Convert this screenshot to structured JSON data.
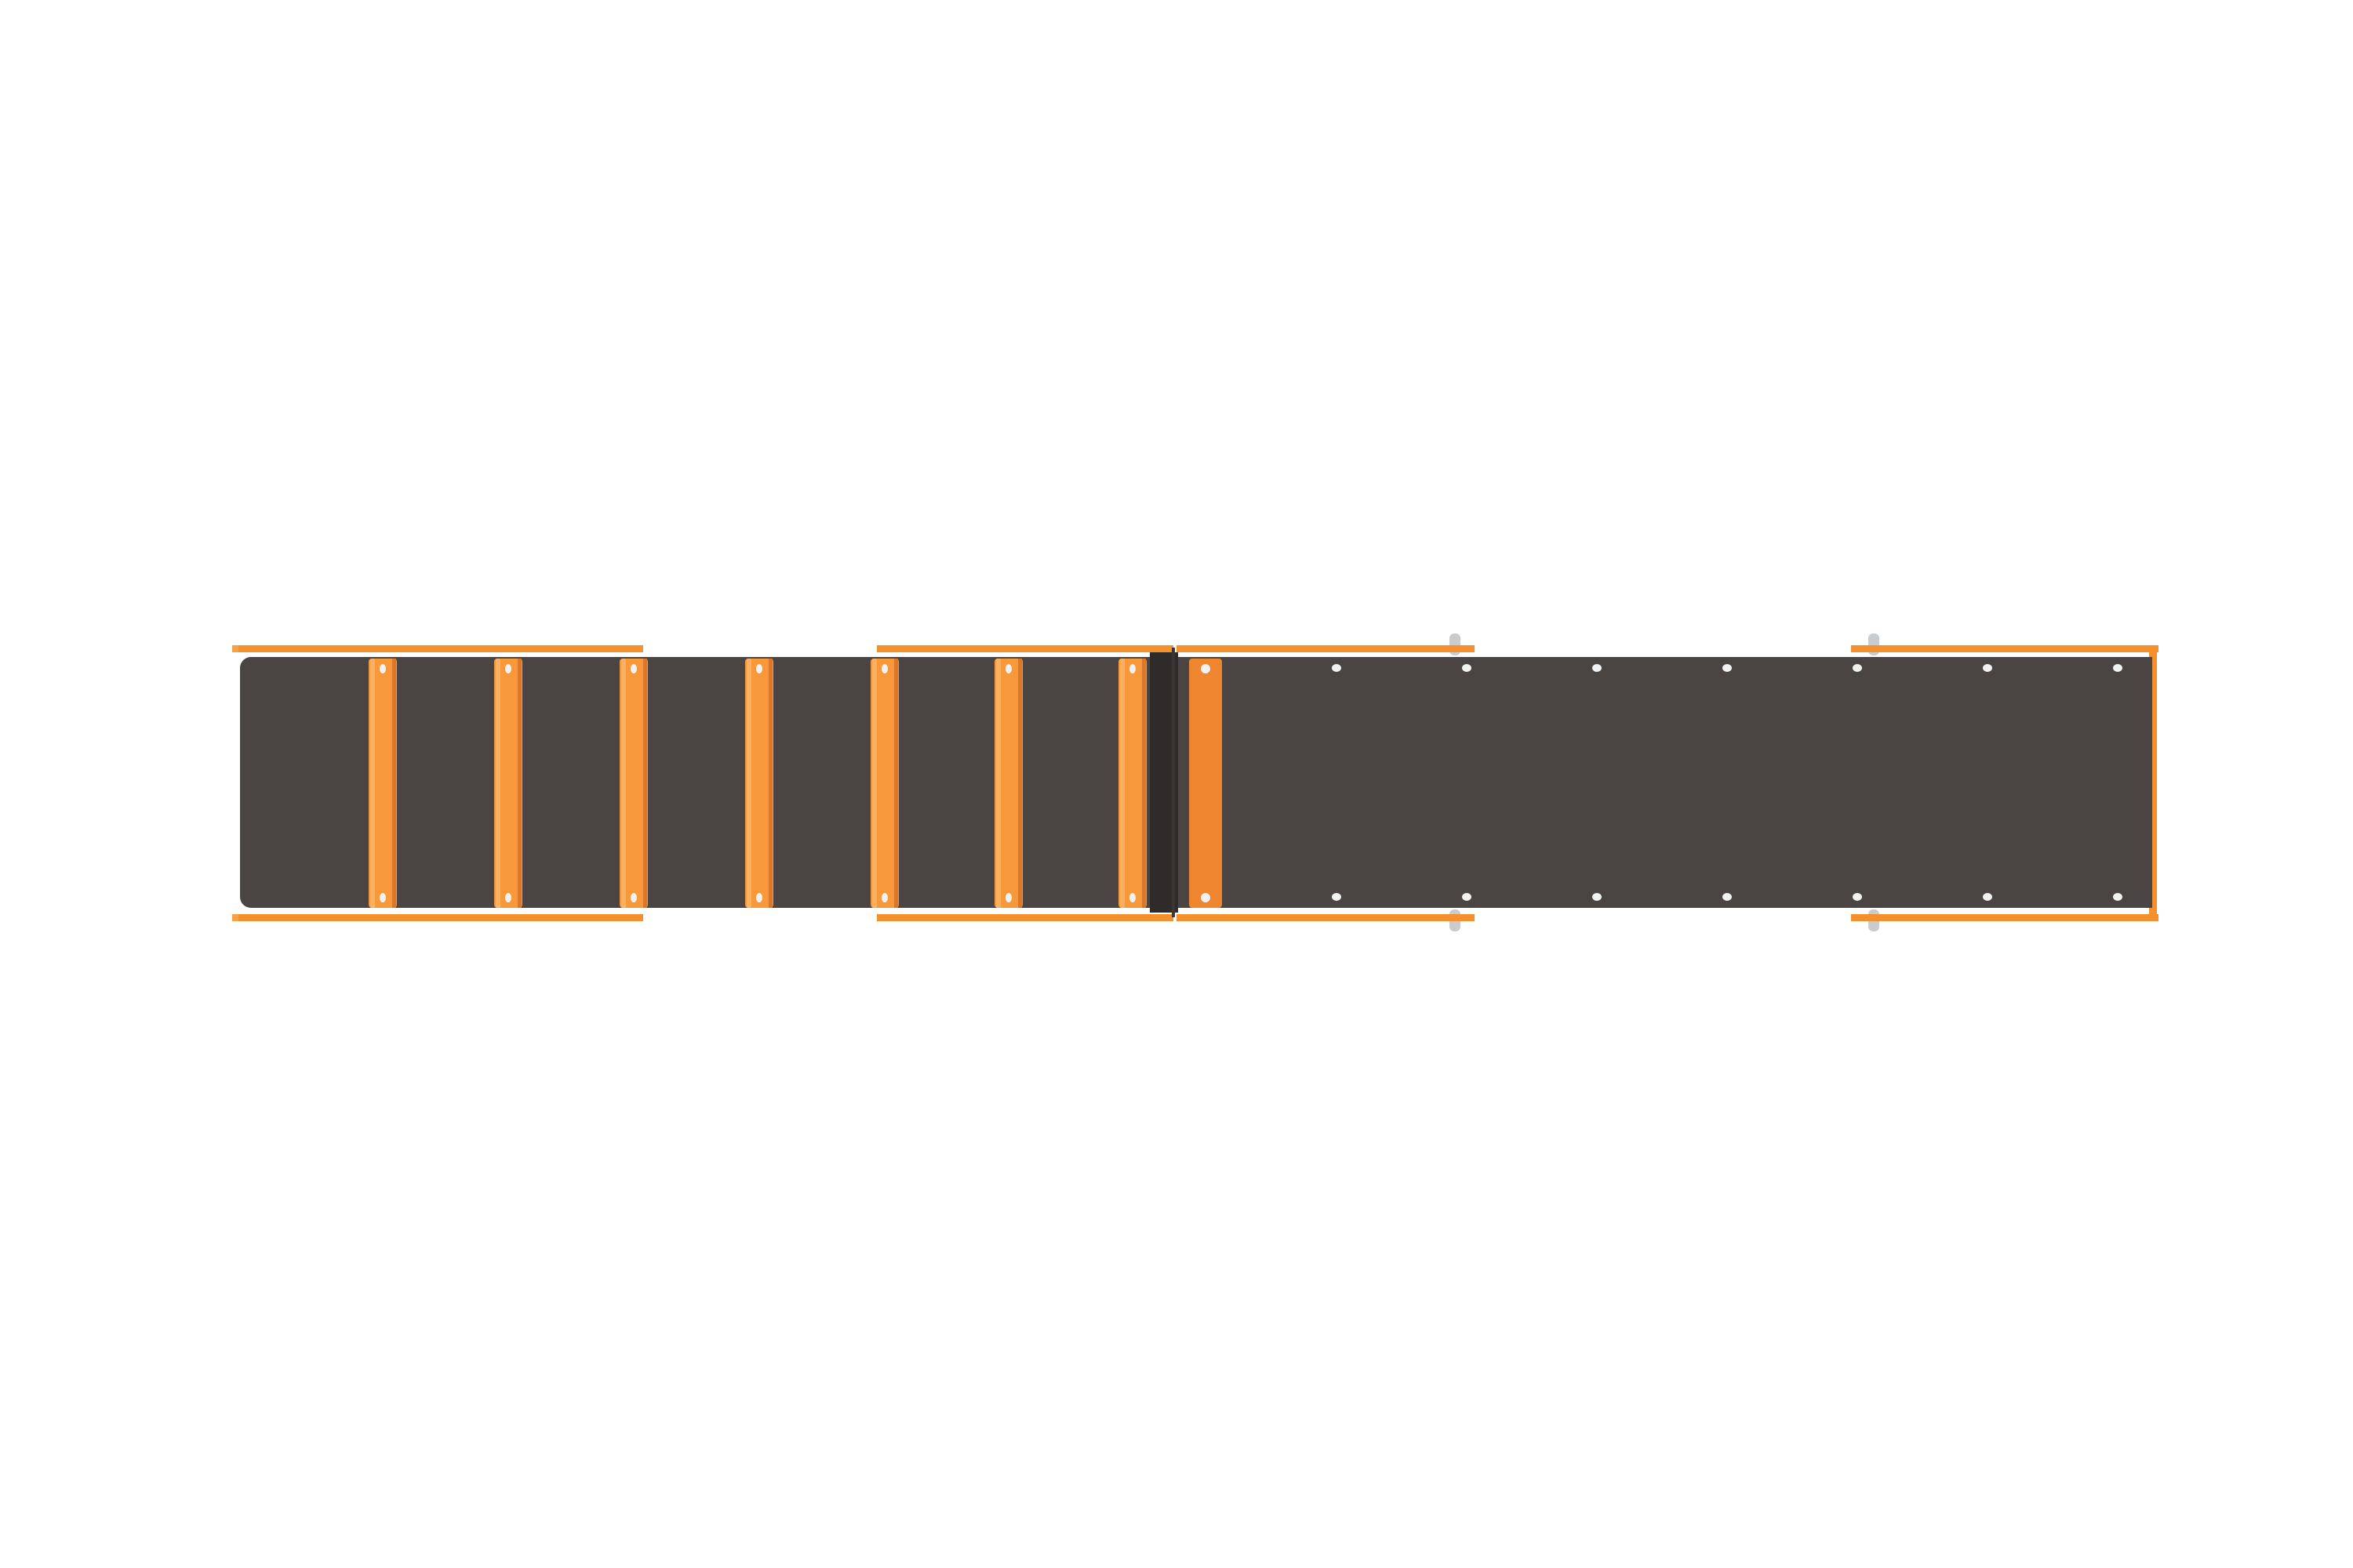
{
  "scene": {
    "subject": "ramp-top-view",
    "colors": {
      "background": "#ffffff",
      "deck": "#4a4543",
      "deck_dark": "#3a3634",
      "seam": "#2e2b2a",
      "slat": "#f7993a",
      "slat_highlight": "#fbb060",
      "slat_shadow": "#d9772a",
      "slat_wide": "#f08530",
      "rail": "#f5902f",
      "rail_light": "#f7a04a",
      "bolt": "#f2f2f2",
      "post": "#c9ccce"
    },
    "slat_count_ramp": 7,
    "bolt_columns_flat": 7
  }
}
